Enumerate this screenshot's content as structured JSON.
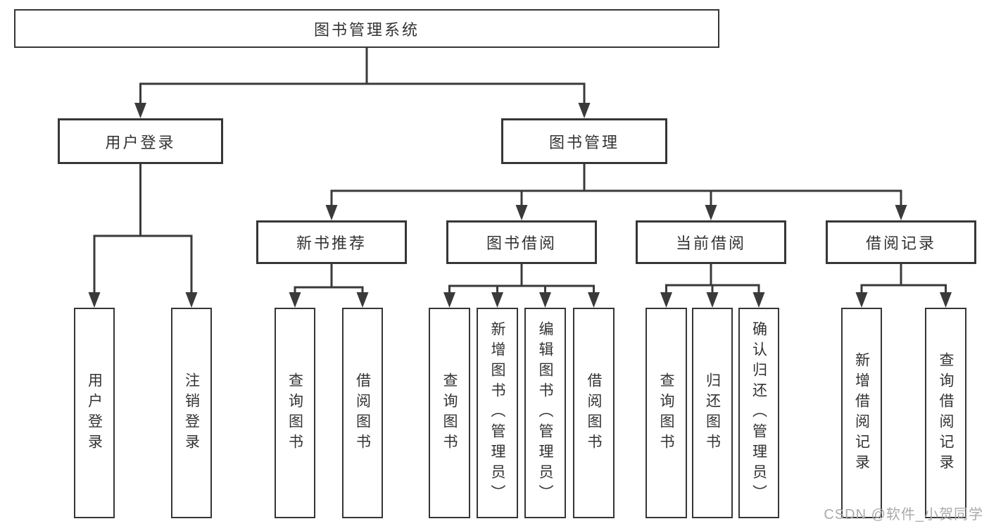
{
  "diagram": {
    "root": "图书管理系统",
    "level2": {
      "user_login": "用户登录",
      "book_management": "图书管理"
    },
    "level3": {
      "new_book_recommend": "新书推荐",
      "book_borrow": "图书借阅",
      "current_borrow": "当前借阅",
      "borrow_records": "借阅记录"
    },
    "leaves": {
      "user_login_leaf": "用户登录",
      "logout_leaf": "注销登录",
      "nb_query_book": "查询图书",
      "nb_borrow_book": "借阅图书",
      "bb_query_book": "查询图书",
      "bb_add_book": "新增图书（管理员）",
      "bb_edit_book": "编辑图书（管理员）",
      "bb_borrow_book": "借阅图书",
      "cb_query_book": "查询图书",
      "cb_return_book": "归还图书",
      "cb_confirm_return": "确认归还（管理员）",
      "br_add_record": "新增借阅记录",
      "br_query_record": "查询借阅记录"
    }
  },
  "watermark": "CSDN @软件_小贺同学",
  "colors": {
    "line": "#3a3a3a",
    "border": "#363636",
    "text": "#333333",
    "watermark": "#aaaaaa",
    "background": "#ffffff"
  }
}
